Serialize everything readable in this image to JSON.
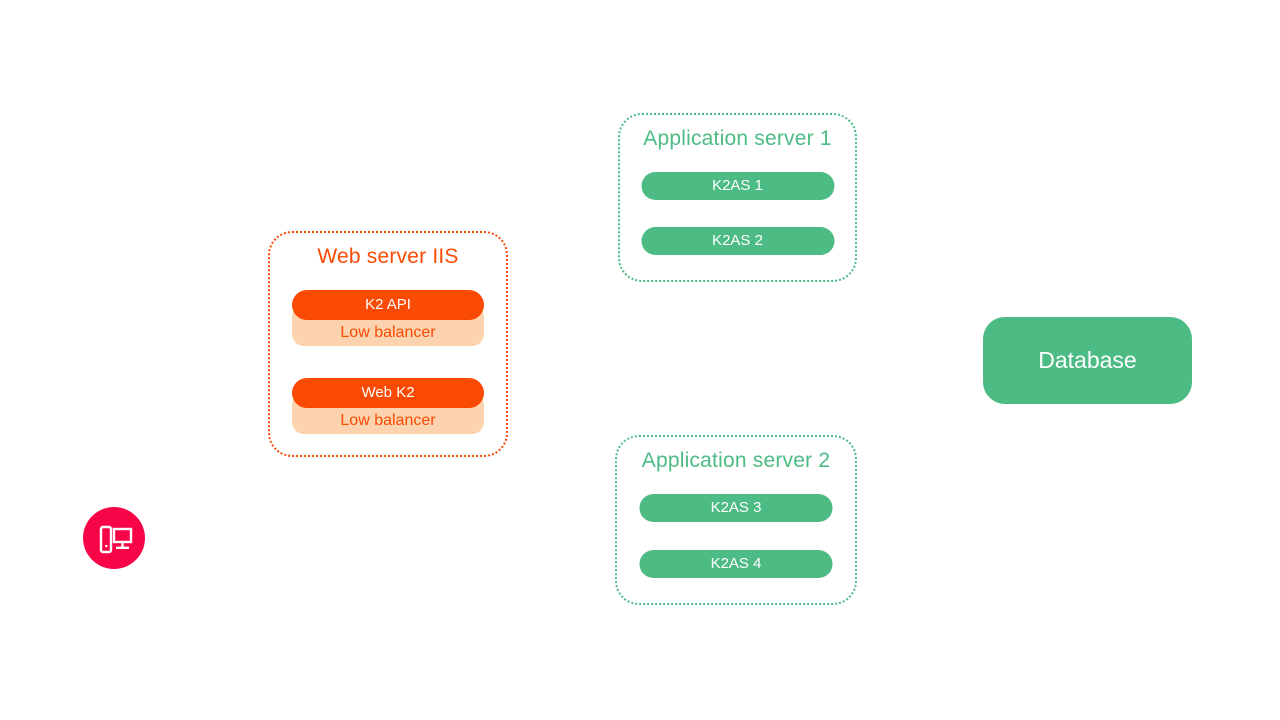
{
  "palette": {
    "client_red": "#f80548",
    "web_orange": "#fb4a03",
    "web_peach": "#fcd3ae",
    "app_green": "#4dbb84",
    "pill_text": "#ffffff"
  },
  "client": {
    "icon": "desktop-computer-icon"
  },
  "web_server": {
    "title": "Web server IIS",
    "groups": [
      {
        "main": "K2 API",
        "sub": "Low balancer"
      },
      {
        "main": "Web K2",
        "sub": "Low balancer"
      }
    ]
  },
  "app_servers": [
    {
      "title": "Application server 1",
      "nodes": [
        "K2AS 1",
        "K2AS 2"
      ]
    },
    {
      "title": "Application server 2",
      "nodes": [
        "K2AS 3",
        "K2AS 4"
      ]
    }
  ],
  "database": {
    "label": "Database"
  }
}
